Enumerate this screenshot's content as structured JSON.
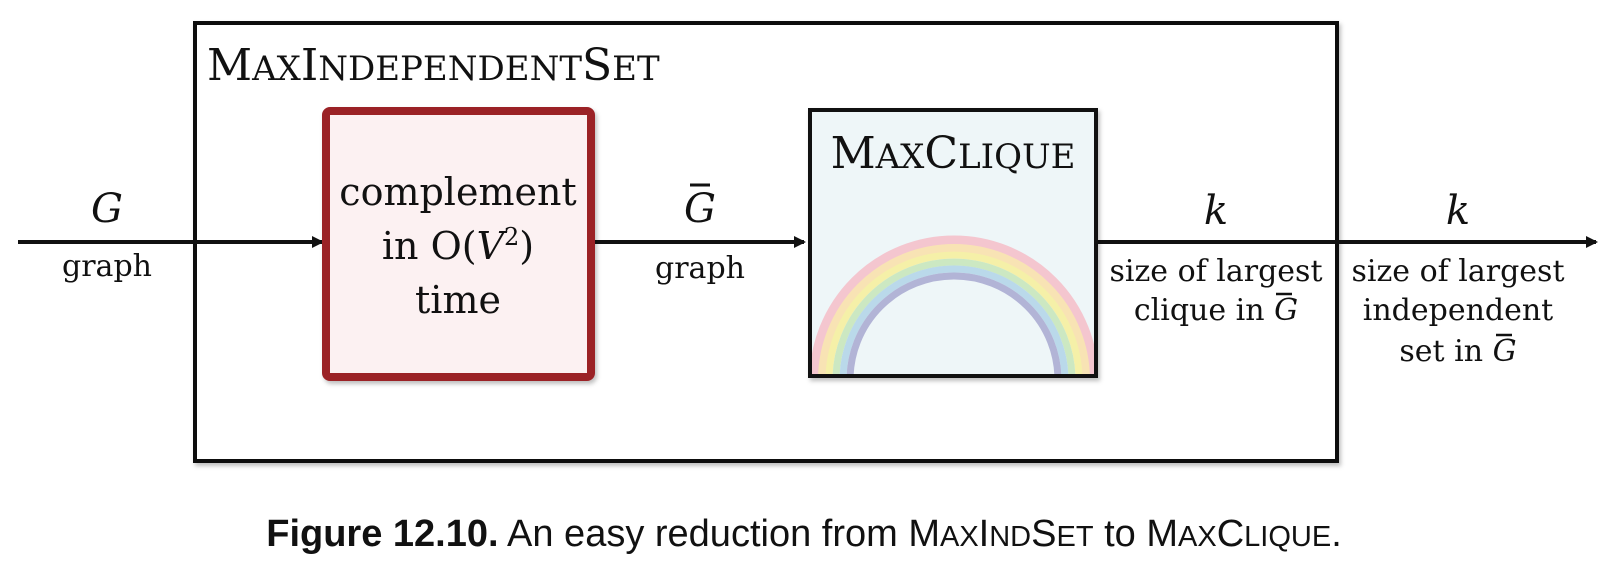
{
  "outer": {
    "title": {
      "big1": "M",
      "small1": "AX",
      "big2": "I",
      "small2": "NDEPENDENT",
      "big3": "S",
      "small3": "ET"
    }
  },
  "complement_box": {
    "line1": "complement",
    "line2_prefix": "in O(",
    "line2_var": "V",
    "line2_exp": "2",
    "line2_suffix": ")",
    "line3": "time"
  },
  "clique_box": {
    "title": {
      "big1": "M",
      "small1": "AX",
      "big2": "C",
      "small2": "LIQUE"
    }
  },
  "arrows": {
    "input": {
      "symbol": "G",
      "label": "graph"
    },
    "middle": {
      "symbol": "G",
      "label": "graph"
    },
    "clique_out": {
      "symbol": "k",
      "line1": "size of largest",
      "line2_prefix": "clique in ",
      "line2_symbol": "G"
    },
    "final_out": {
      "symbol": "k",
      "line1": "size of largest",
      "line2": "independent",
      "line3_prefix": "set in ",
      "line3_symbol": "G"
    }
  },
  "caption": {
    "label": "Figure 12.10.",
    "text_before": " An easy reduction from ",
    "sc1": {
      "big1": "M",
      "small1": "AX",
      "big2": "I",
      "small2": "ND",
      "big3": "S",
      "small3": "ET"
    },
    "text_middle": " to ",
    "sc2": {
      "big1": "M",
      "small1": "AX",
      "big2": "C",
      "small2": "LIQUE"
    },
    "text_after": "."
  },
  "colors": {
    "complement_border": "#9b2226",
    "complement_fill": "#fcf1f2",
    "clique_fill": "#eef6f8",
    "outline": "#111111"
  }
}
